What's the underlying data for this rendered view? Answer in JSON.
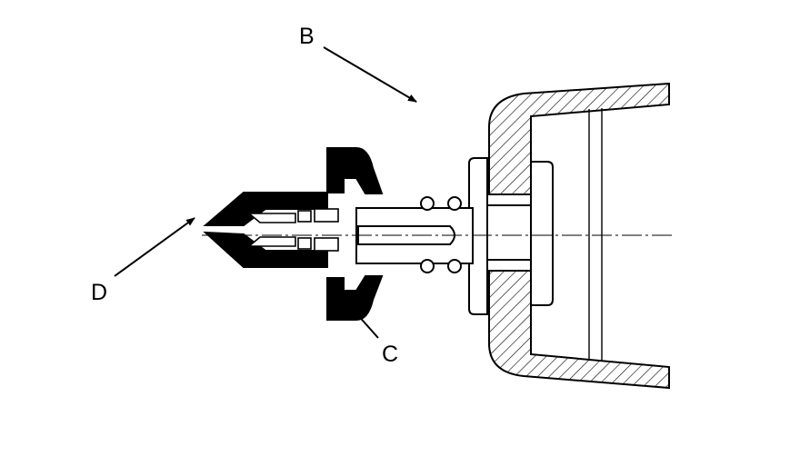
{
  "labels": {
    "b": "B",
    "c": "C",
    "d": "D"
  },
  "colors": {
    "ink": "#000000",
    "paper": "#ffffff"
  }
}
